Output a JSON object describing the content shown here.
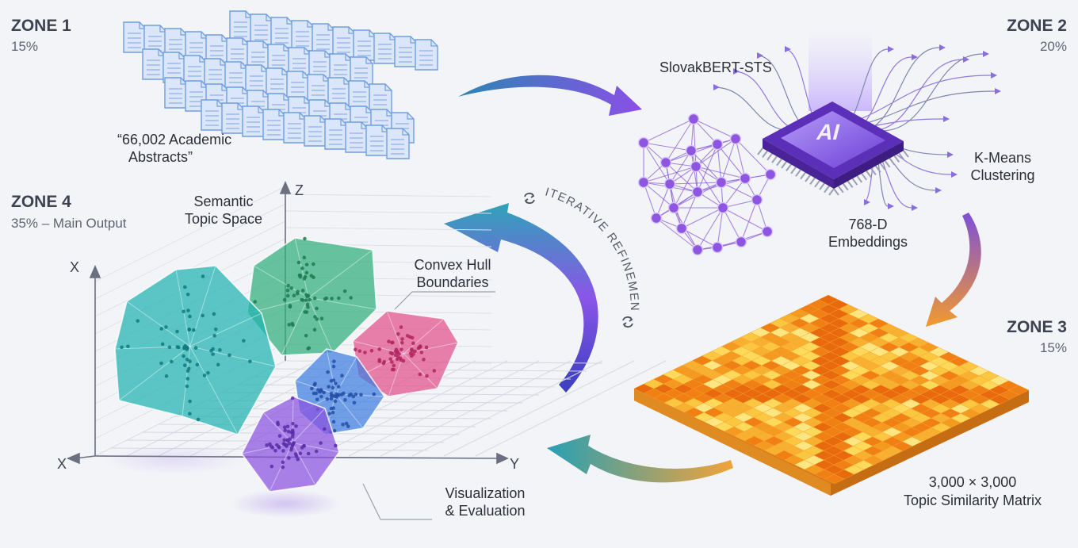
{
  "zones": [
    {
      "title": "ZONE 1",
      "share": "15%"
    },
    {
      "title": "ZONE 2",
      "share": "20%"
    },
    {
      "title": "ZONE 3",
      "share": "15%"
    },
    {
      "title": "ZONE 4",
      "share": "35% – Main Output"
    }
  ],
  "zone1": {
    "documents_line1": "“66,002 Academic",
    "documents_line2": "Abstracts”"
  },
  "zone2": {
    "model": "SlovakBERT-STS",
    "chip": "AI",
    "clustering_line1": "K-Means",
    "clustering_line2": "Clustering",
    "embeddings_line1": "768-D",
    "embeddings_line2": "Embeddings"
  },
  "zone3": {
    "matrix_line1": "3,000 × 3,000",
    "matrix_line2": "Topic Similarity Matrix"
  },
  "zone4": {
    "space_line1": "Semantic",
    "space_line2": "Topic Space",
    "hull_line1": "Convex Hull",
    "hull_line2": "Boundaries",
    "eval_line1": "Visualization",
    "eval_line2": "& Evaluation",
    "axes": {
      "x_left": "X",
      "x_top": "X",
      "y": "Y",
      "z": "Z"
    }
  },
  "cycle": {
    "label": "ITERATIVE REFINEMENT",
    "refresh_icon": "refresh-icon"
  },
  "colors": {
    "documents": "#6f9fe0",
    "arrow_blue": "#2e8fb8",
    "arrow_purple": "#8b4fe6",
    "matrix_orange": "#f28c1c",
    "matrix_yellow": "#ffd54a",
    "hull_teal": "#1fb3b0",
    "hull_green": "#2fae7c",
    "hull_pink": "#e2508a",
    "hull_blue": "#3f7ee0",
    "hull_purple": "#8a52e0"
  }
}
